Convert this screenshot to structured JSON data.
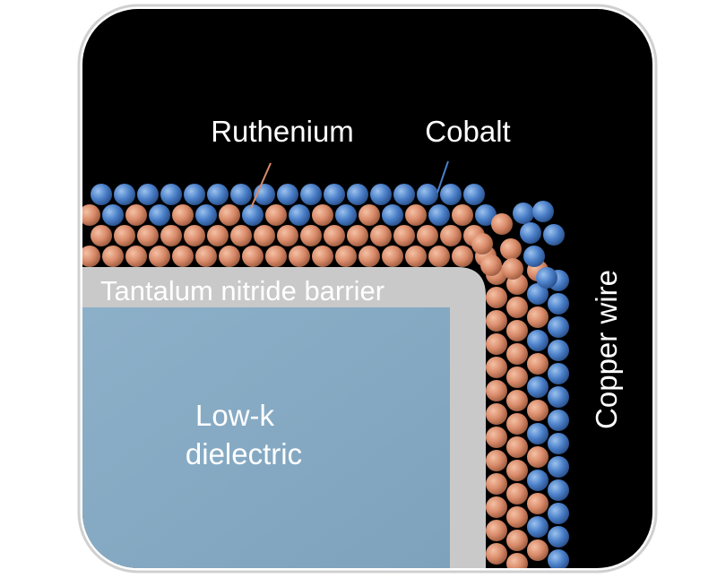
{
  "labels": {
    "ruthenium": "Ruthenium",
    "cobalt": "Cobalt",
    "barrier": "Tantalum nitride barrier",
    "dielectric_line1": "Low-k",
    "dielectric_line2": "dielectric",
    "copper_wire": "Copper wire"
  },
  "colors": {
    "copper_background": "#000000",
    "cobalt_atom": "#4a7fc8",
    "ruthenium_atom": "#d98b6a",
    "barrier": "#c9c9c9",
    "dielectric": "#87a9c2",
    "frame_border": "#d0d0d0",
    "leader_ruthenium": "#d98b6a",
    "leader_cobalt": "#4a7fc8"
  }
}
